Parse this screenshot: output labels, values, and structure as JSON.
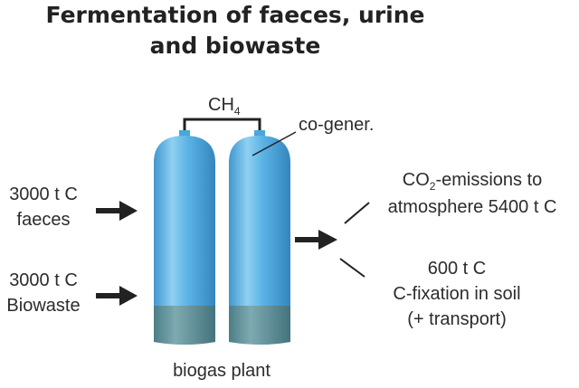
{
  "title": {
    "line1": "Fermentation of faeces, urine",
    "line2": "and biowaste"
  },
  "gas": {
    "label_main": "CH",
    "label_sub": "4",
    "cogen_label": "co-gener."
  },
  "inputs": [
    {
      "amount": "3000 t C",
      "name": "faeces"
    },
    {
      "amount": "3000 t C",
      "name": "Biowaste"
    }
  ],
  "outputs": {
    "emissions": {
      "prefix": "CO",
      "sub": "2",
      "line1_rest": "-emissions to",
      "line2": "atmosphere 5400 t C"
    },
    "fixation": {
      "line1": "600 t C",
      "line2": "C-fixation in soil",
      "line3": "(+ transport)"
    }
  },
  "plant_label": "biogas plant",
  "colors": {
    "tank_body": "#5bb3e4",
    "tank_highlight": "#a6dcf5",
    "tank_shadow": "#3a8fc4",
    "tank_base": "#5b8f98",
    "arrow": "#222222"
  }
}
